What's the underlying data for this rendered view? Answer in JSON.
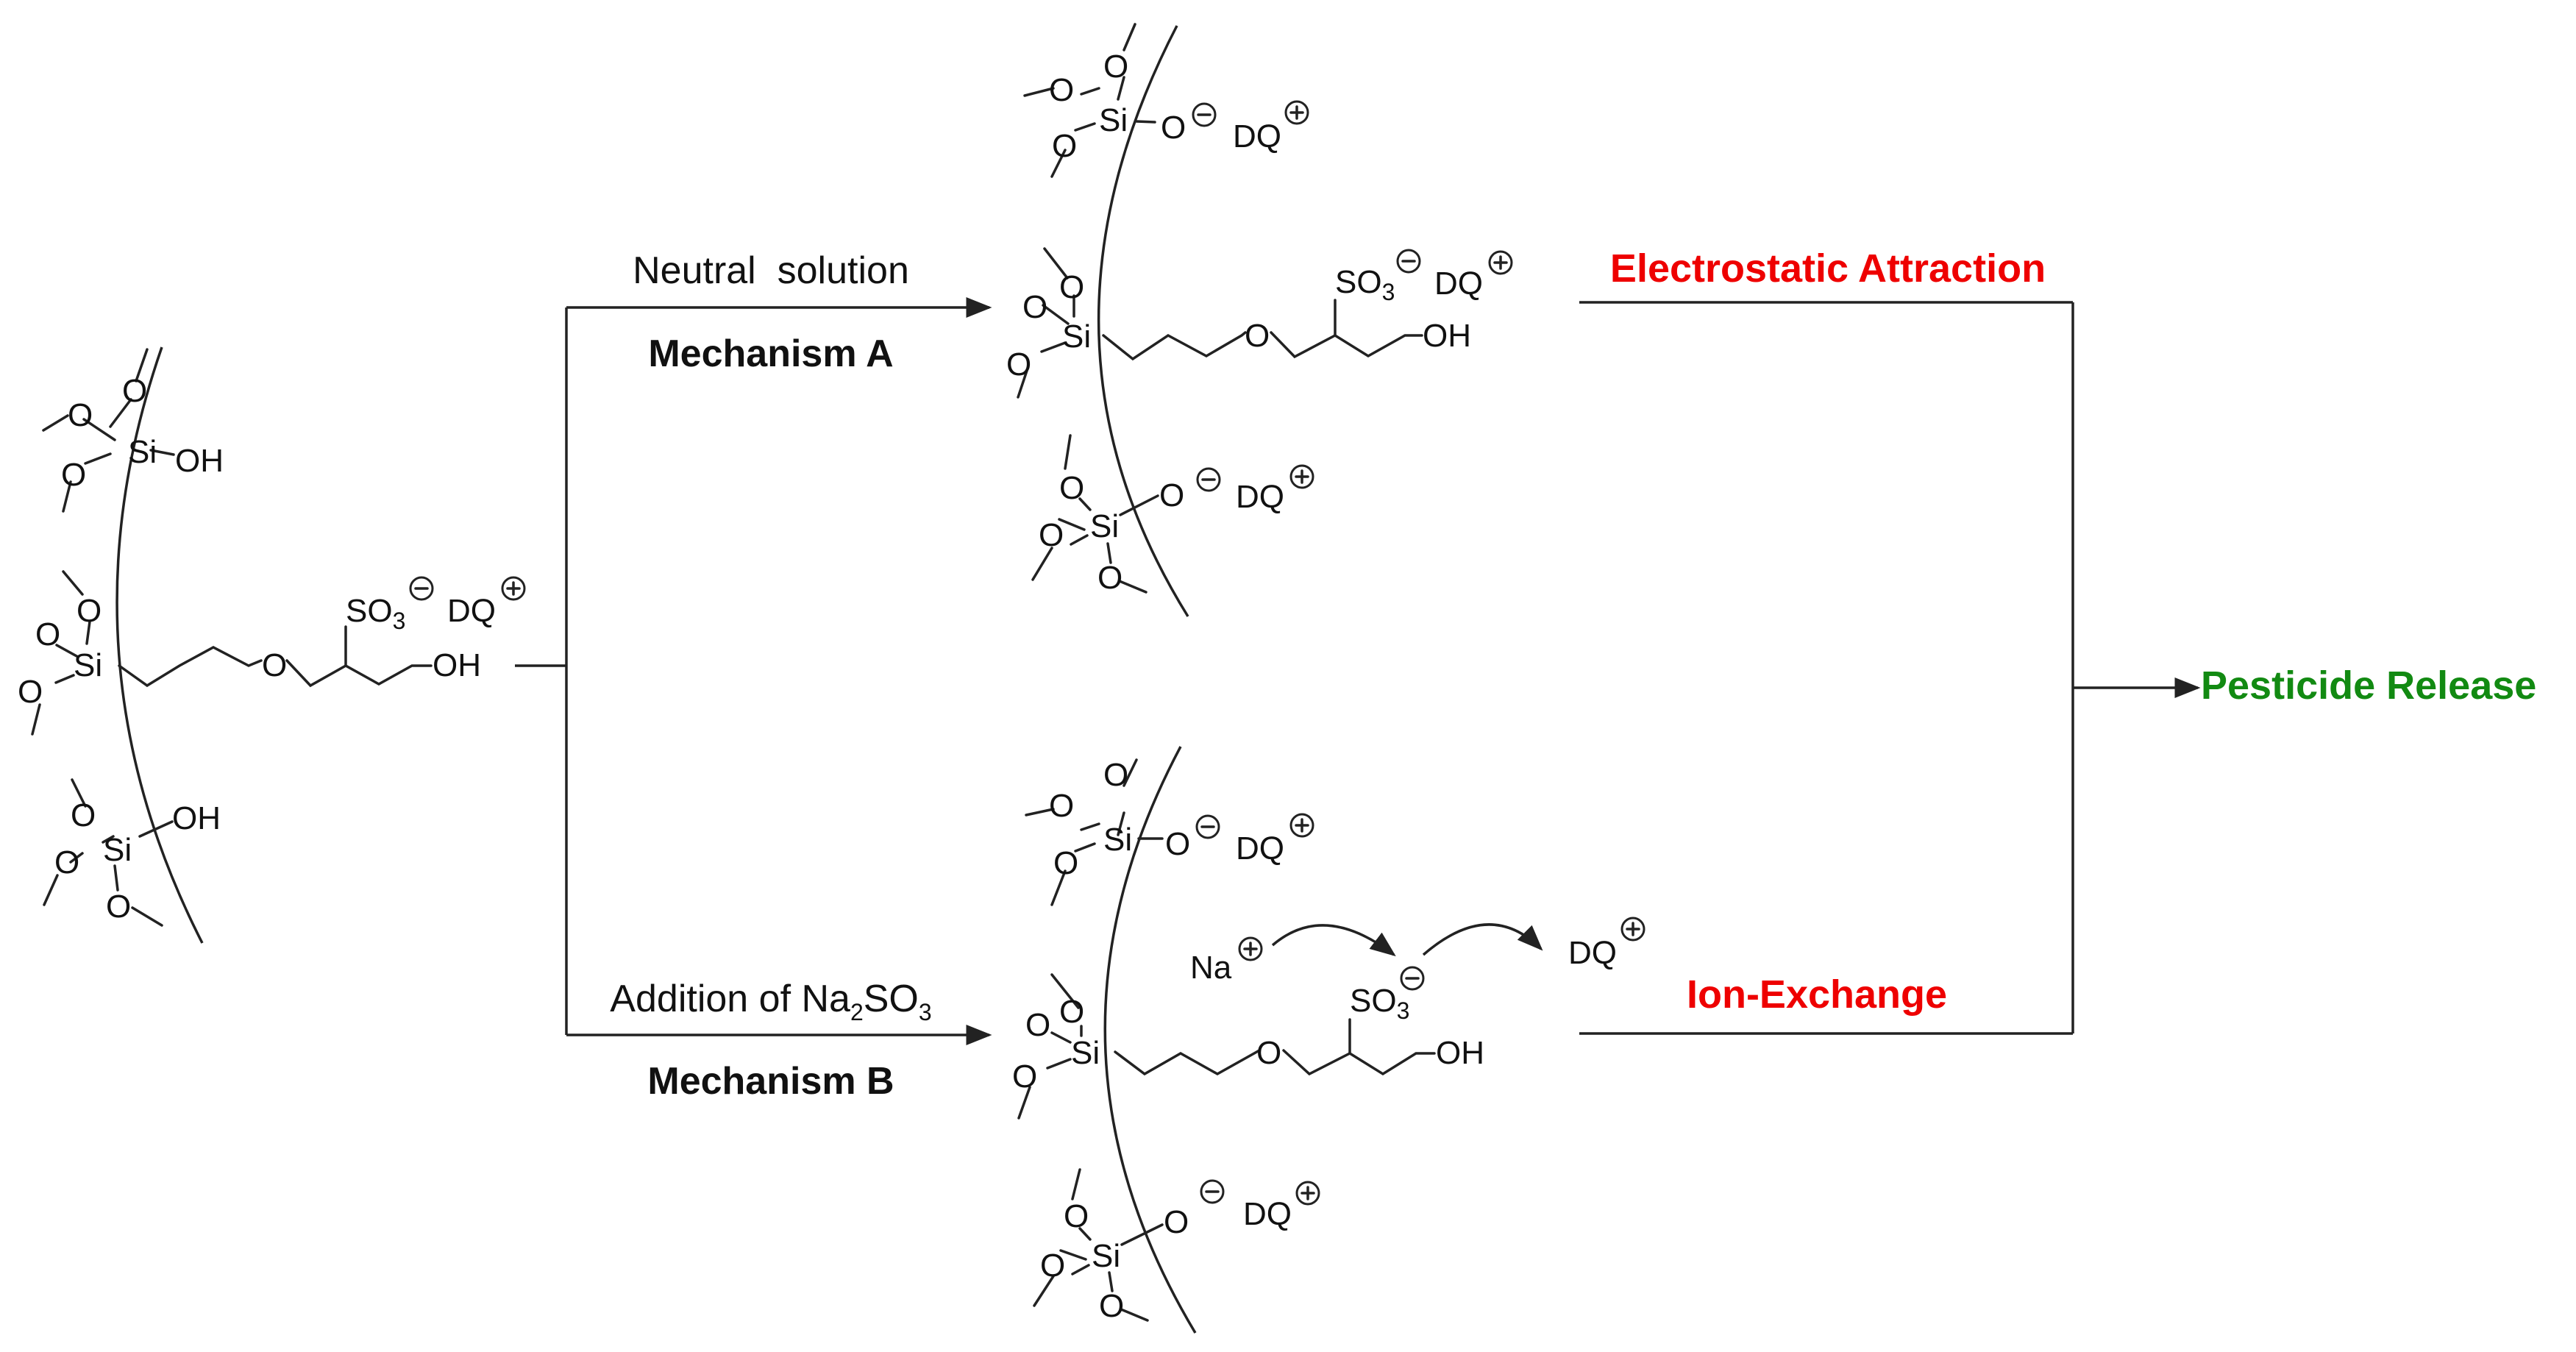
{
  "mechanism_a": {
    "condition": "Neutral  solution",
    "name": "Mechanism A",
    "result": "Electrostatic Attraction"
  },
  "mechanism_b": {
    "condition_prefix": "Addition of Na",
    "condition_sub1": "2",
    "condition_mid": "SO",
    "condition_sub2": "3",
    "name": "Mechanism B",
    "result": "Ion-Exchange"
  },
  "outcome": "Pesticide Release",
  "species": {
    "si": "Si",
    "o": "O",
    "oh": "OH",
    "so": "SO",
    "so_sub": "3",
    "dq": "DQ",
    "na": "Na"
  },
  "colors": {
    "result": "#ee0000",
    "outcome": "#128a12",
    "line": "#222222"
  }
}
